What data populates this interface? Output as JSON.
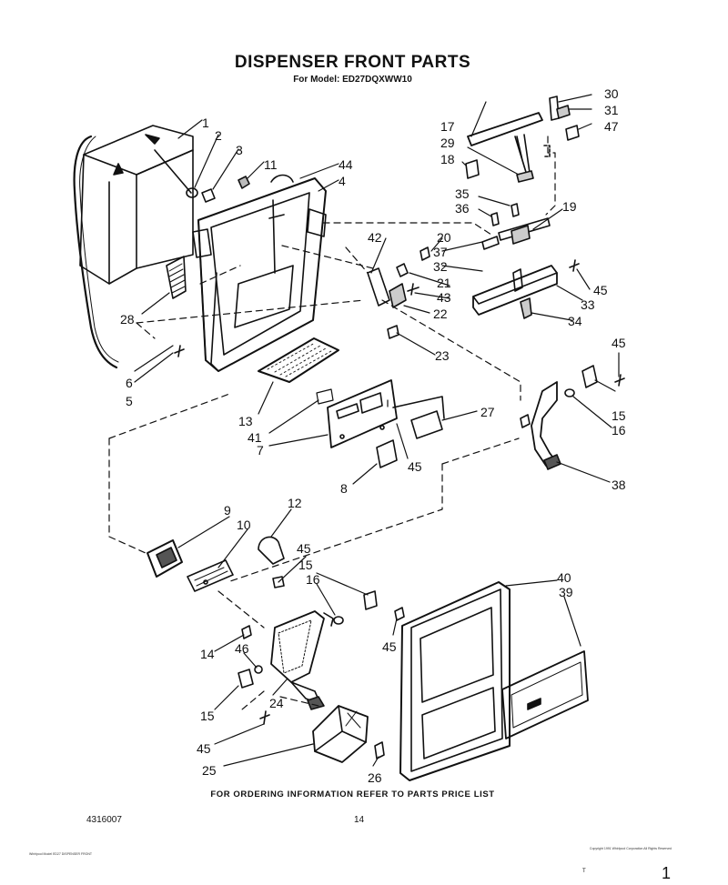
{
  "header": {
    "title": "DISPENSER FRONT PARTS",
    "model_line": "For Model: ED27DQXWW10"
  },
  "footer": {
    "ordering_note": "FOR ORDERING INFORMATION REFER TO PARTS PRICE LIST",
    "doc_number": "4316007",
    "page_number": "14",
    "small_print_left": "Whirlpool Model ED27 DISPENSER FRONT",
    "small_print_right": "Copyright 1991 Whirlpool Corporation All Rights Reserved",
    "small_print_bottom": "T",
    "corner_mark": "1"
  },
  "callouts": {
    "c1": "1",
    "c2": "2",
    "c3": "3",
    "c4": "4",
    "c5": "5",
    "c6": "6",
    "c7": "7",
    "c8": "8",
    "c9": "9",
    "c10": "10",
    "c11": "11",
    "c12": "12",
    "c13": "13",
    "c14": "14",
    "c15a": "15",
    "c15b": "15",
    "c15c": "15",
    "c16a": "16",
    "c16b": "16",
    "c17": "17",
    "c18": "18",
    "c19": "19",
    "c20": "20",
    "c21": "21",
    "c22": "22",
    "c23": "23",
    "c24": "24",
    "c25": "25",
    "c26": "26",
    "c27": "27",
    "c28": "28",
    "c29": "29",
    "c30": "30",
    "c31": "31",
    "c32": "32",
    "c33": "33",
    "c34": "34",
    "c35": "35",
    "c36": "36",
    "c37": "37",
    "c38": "38",
    "c39": "39",
    "c40": "40",
    "c41": "41",
    "c42": "42",
    "c43": "43",
    "c44": "44",
    "c45a": "45",
    "c45b": "45",
    "c45c": "45",
    "c45d": "45",
    "c45e": "45",
    "c45f": "45",
    "c46": "46",
    "c47": "47"
  }
}
